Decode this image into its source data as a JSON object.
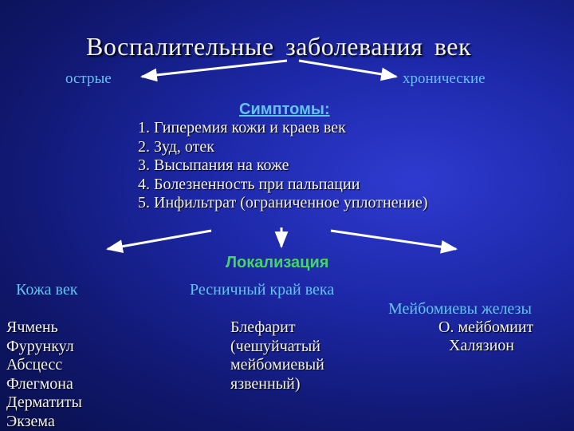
{
  "title": "Воспалительные  заболевания  век",
  "branches": {
    "left": "острые",
    "right": "хронические"
  },
  "symptoms": {
    "heading": "Симптомы:",
    "items": [
      "1. Гиперемия кожи и краев век",
      "2. Зуд, отек",
      "3. Высыпания на коже",
      "4. Болезненность при пальпации",
      "5. Инфильтрат (ограниченное уплотнение)"
    ]
  },
  "localization": {
    "heading": "Локализация",
    "categories": [
      "Кожа век",
      "Ресничный край века",
      "Мейбомиевы железы"
    ],
    "skin": [
      "Ячмень",
      "Фурункул",
      "Абсцесс",
      "Флегмона",
      "Дерматиты",
      "Экзема"
    ],
    "ciliary": [
      "Блефарит",
      "(чешуйчатый",
      "мейбомиевый",
      "язвенный)"
    ],
    "meibomian": [
      "О. мейбомиит",
      "Халязион"
    ]
  },
  "colors": {
    "background": "#1a2596",
    "title_text": "#f2f2f2",
    "category_text": "#62c3f0",
    "localization_heading": "#46d46a",
    "arrow": "#ffffff"
  }
}
